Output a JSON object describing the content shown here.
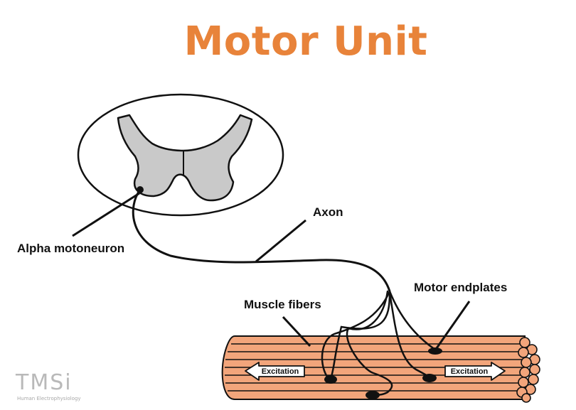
{
  "title": "Motor Unit",
  "labels": {
    "axon": "Axon",
    "alpha_motoneuron": "Alpha motoneuron",
    "muscle_fibers": "Muscle fibers",
    "motor_endplates": "Motor endplates",
    "excitation_left": "Excitation",
    "excitation_right": "Excitation"
  },
  "logo": {
    "main": "TMSi",
    "sub": "Human Electrophysiology"
  },
  "colors": {
    "title": "#e8833a",
    "muscle": "#f2a57b",
    "gray_matter": "#c9c9c9"
  }
}
